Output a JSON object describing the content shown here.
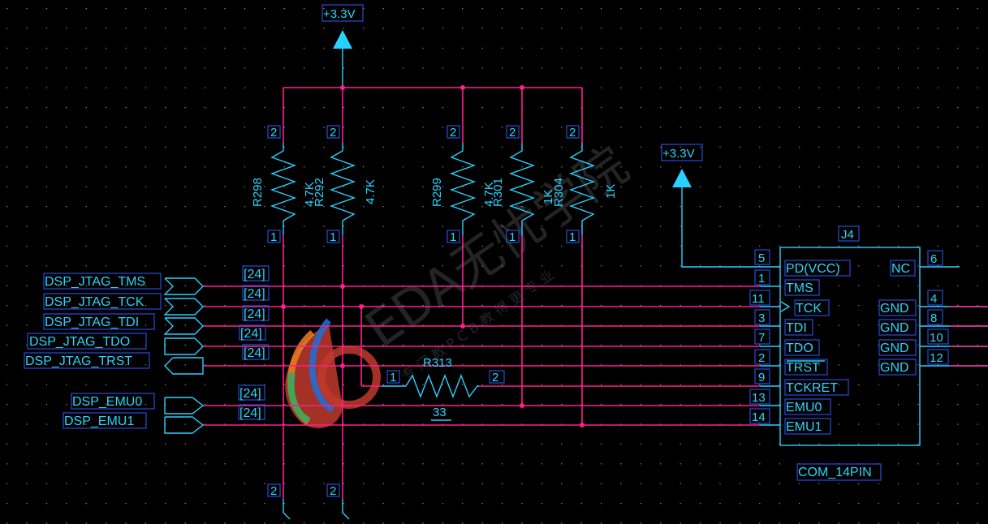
{
  "power": {
    "top_label": "+3.3V",
    "right_label": "+3.3V"
  },
  "resistors": [
    {
      "ref": "R298",
      "value": "4.7K",
      "pin_top": "2",
      "pin_bottom": "1"
    },
    {
      "ref": "R292",
      "value": "4.7K",
      "pin_top": "2",
      "pin_bottom": "1"
    },
    {
      "ref": "R299",
      "value": "4.7K",
      "pin_top": "2",
      "pin_bottom": "1"
    },
    {
      "ref": "R301",
      "value": "1K",
      "pin_top": "2",
      "pin_bottom": "1"
    },
    {
      "ref": "R304",
      "value": "1K",
      "pin_top": "2",
      "pin_bottom": "1"
    }
  ],
  "series_resistor": {
    "ref": "R313",
    "value": "33",
    "pin_left": "1",
    "pin_right": "2"
  },
  "ports": [
    {
      "name": "DSP_JTAG_TMS",
      "sheet": "[24]"
    },
    {
      "name": "DSP_JTAG_TCK",
      "sheet": "[24]"
    },
    {
      "name": "DSP_JTAG_TDI",
      "sheet": "[24]"
    },
    {
      "name": "DSP_JTAG_TDO",
      "sheet": "[24]"
    },
    {
      "name": "DSP_JTAG_TRST",
      "sheet": "[24]"
    },
    {
      "name": "DSP_EMU0",
      "sheet": "[24]"
    },
    {
      "name": "DSP_EMU1",
      "sheet": "[24]"
    }
  ],
  "connector": {
    "ref": "J4",
    "part": "COM_14PIN",
    "left_pins": [
      {
        "num": "5",
        "name": "PD(VCC)"
      },
      {
        "num": "1",
        "name": "TMS"
      },
      {
        "num": "11",
        "name": "TCK"
      },
      {
        "num": "3",
        "name": "TDI"
      },
      {
        "num": "7",
        "name": "TDO"
      },
      {
        "num": "2",
        "name": "TRST"
      },
      {
        "num": "9",
        "name": "TCKRET"
      },
      {
        "num": "13",
        "name": "EMU0"
      },
      {
        "num": "14",
        "name": "EMU1"
      }
    ],
    "right_pins": [
      {
        "num": "6",
        "name": "NC"
      },
      {
        "num": "4",
        "name": "GND"
      },
      {
        "num": "8",
        "name": "GND"
      },
      {
        "num": "10",
        "name": "GND"
      },
      {
        "num": "12",
        "name": "GND"
      }
    ]
  },
  "bottom_pins": [
    "2",
    "2"
  ],
  "watermark": {
    "main": "EDA无忧学院",
    "sub": "专 门 教 P C B 教 得 更 专 业"
  }
}
